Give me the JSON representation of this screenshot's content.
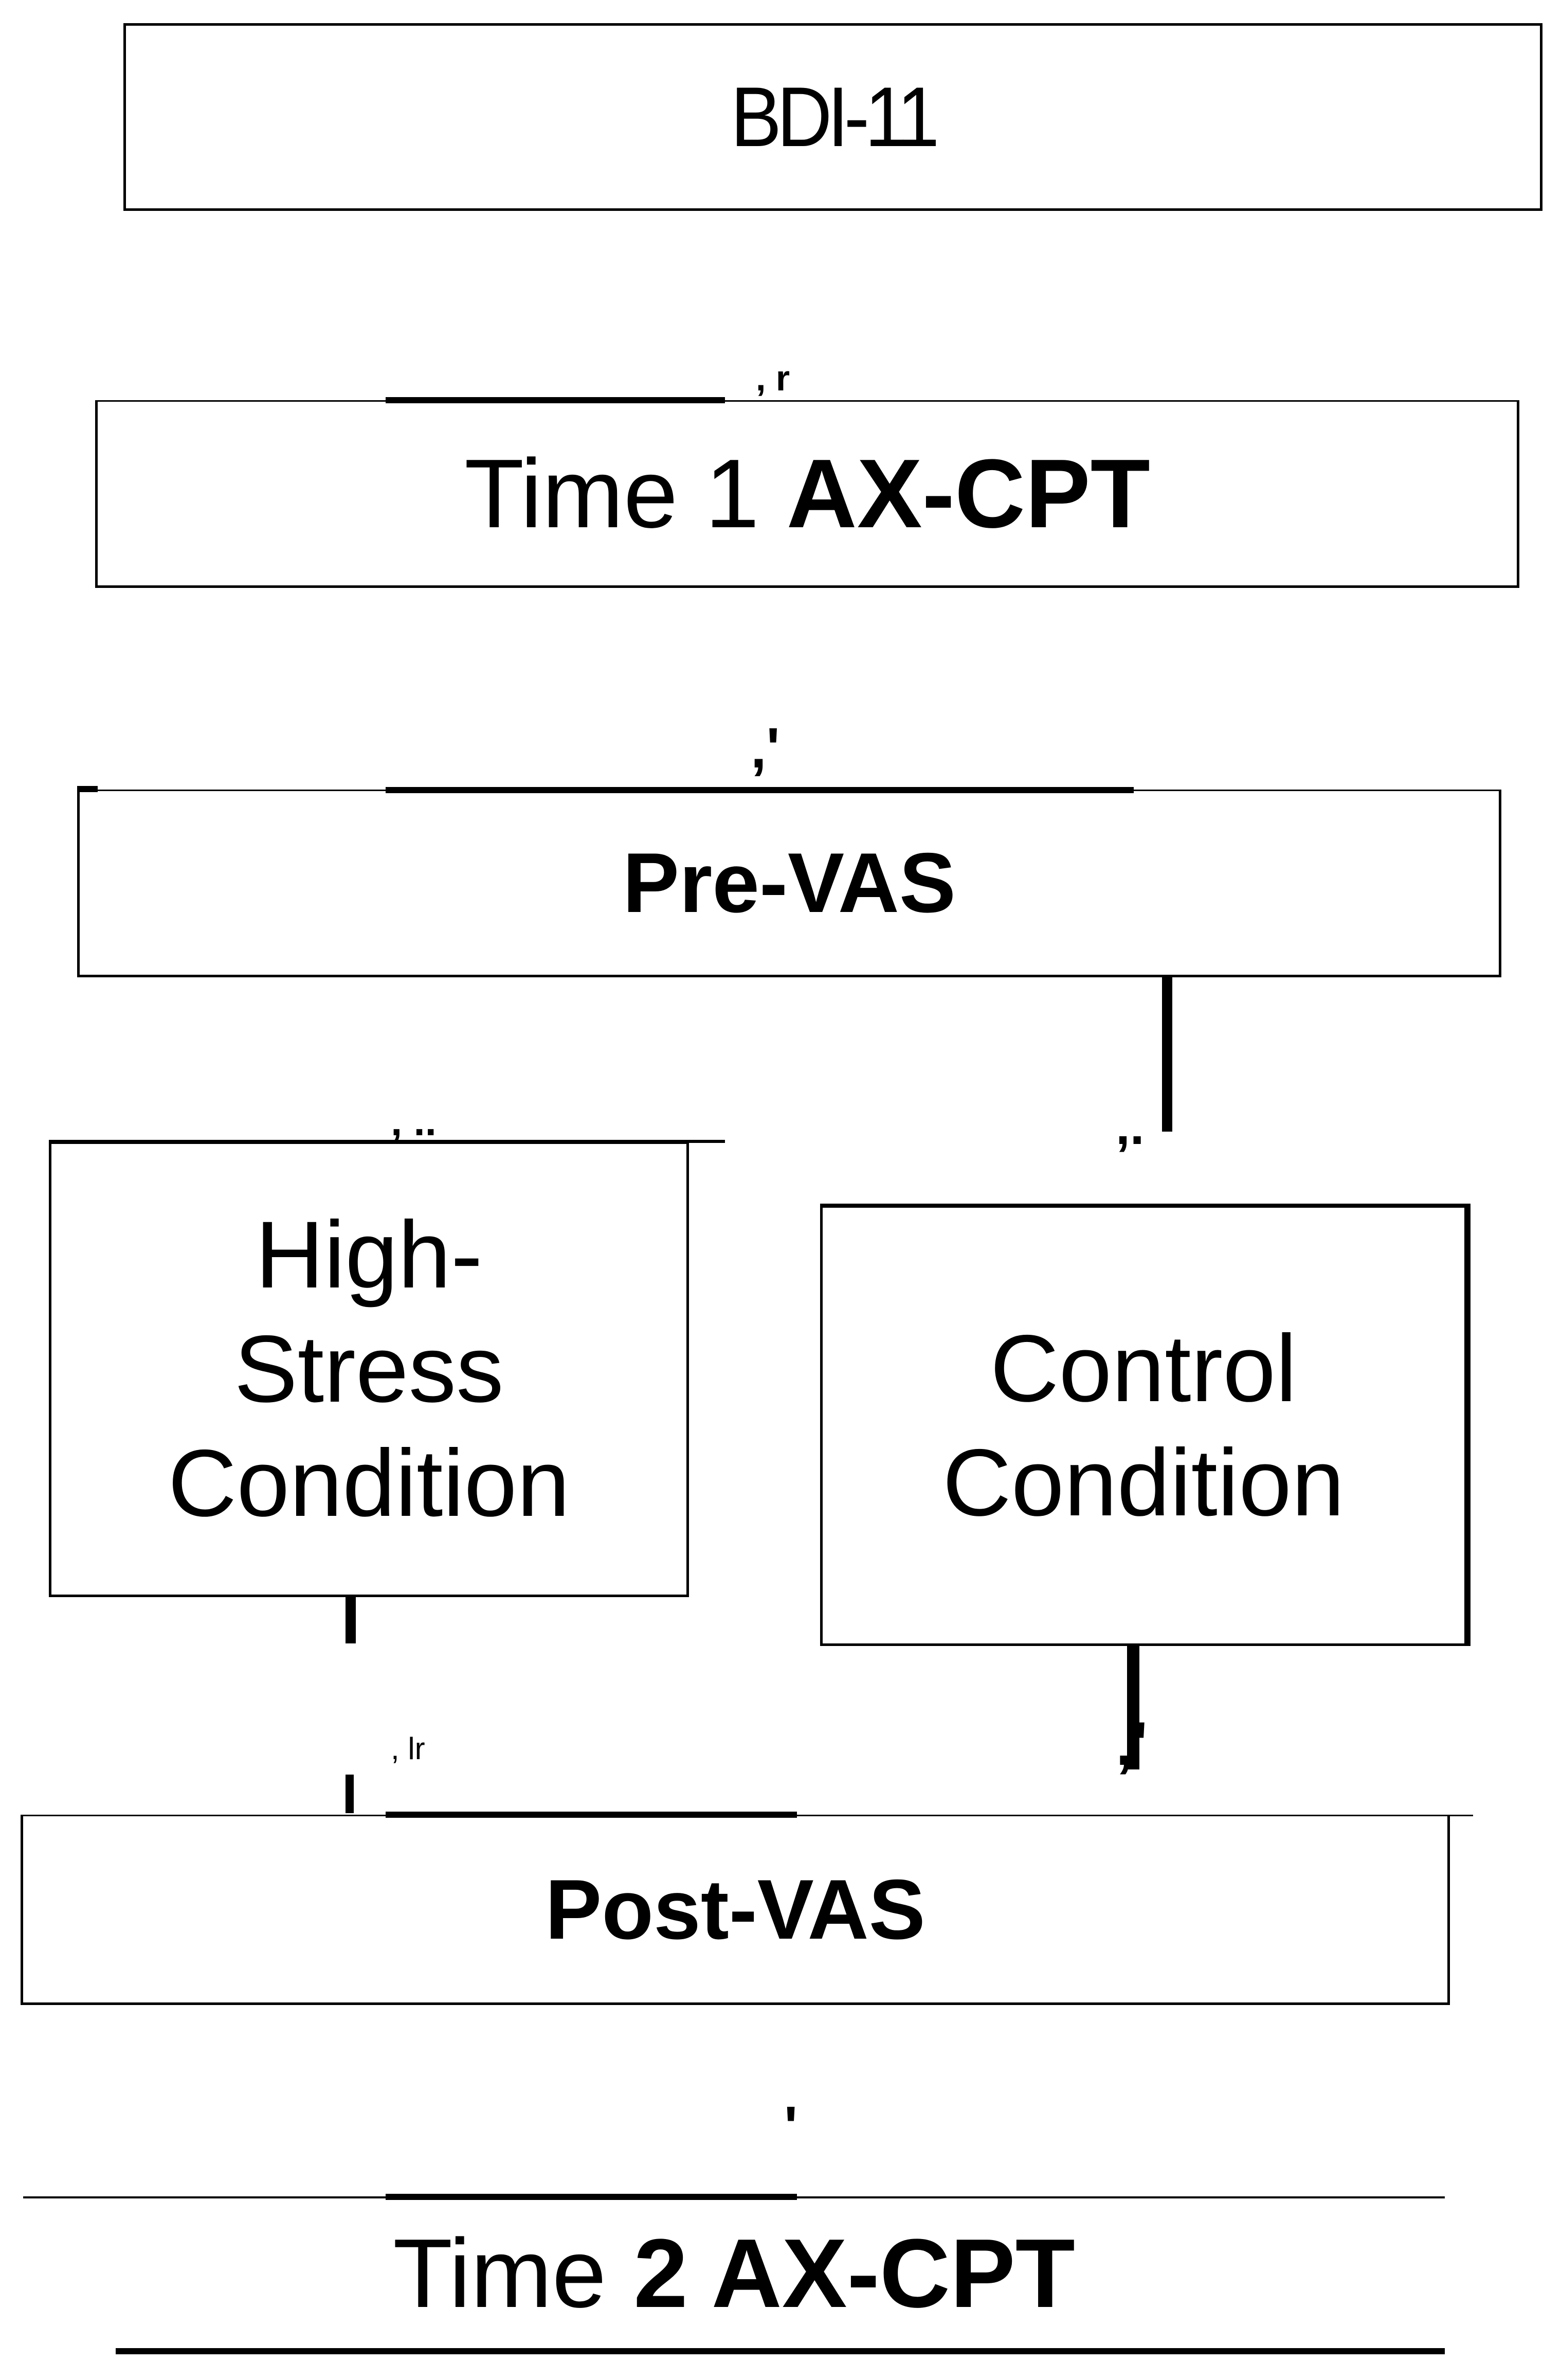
{
  "boxes": {
    "bdi": {
      "label": "BDI-11"
    },
    "time1": {
      "prefix": "Time 1",
      "bold": "AX-CPT"
    },
    "pre_vas": {
      "label": "Pre-VAS"
    },
    "high_stress": {
      "line1": "High-",
      "line2": "Stress",
      "line3": "Condition"
    },
    "control": {
      "line1": "Control",
      "line2": "Condition"
    },
    "post_vas": {
      "label": "Post-VAS"
    },
    "time2": {
      "prefix": "Time",
      "bold": "2 AX-CPT"
    }
  },
  "artifacts": {
    "a1": ", r",
    "a2": ",'",
    "a3": ", ..",
    "a4": ",.",
    "a5": ", lr",
    "a6": ",'",
    "a7": "'"
  }
}
